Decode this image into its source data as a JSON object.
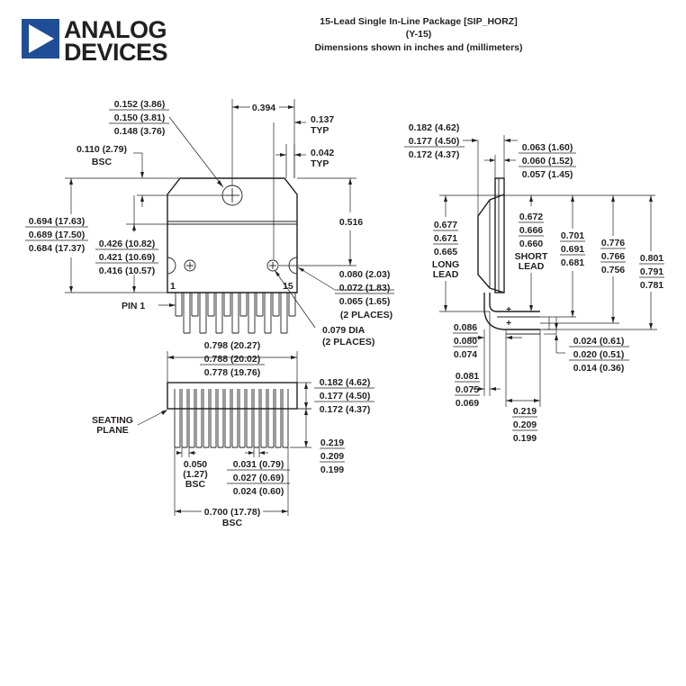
{
  "brand": {
    "line1": "ANALOG",
    "line2": "DEVICES",
    "color": "#1f4e96"
  },
  "header": {
    "title": "15-Lead Single In-Line Package [SIP_HORZ]",
    "code": "(Y-15)",
    "units": "Dimensions shown in inches and (millimeters)"
  },
  "top_view": {
    "hole_dia": [
      "0.152 (3.86)",
      "0.150 (3.81)",
      "0.148 (3.76)"
    ],
    "tab_center": [
      "0.110 (2.79)",
      "BSC"
    ],
    "hole_span": "0.394",
    "pin_offset_137": [
      "0.137",
      "TYP"
    ],
    "pin_offset_042": [
      "0.042",
      "TYP"
    ],
    "body_height": [
      "0.694 (17.63)",
      "0.689 (17.50)",
      "0.684 (17.37)"
    ],
    "hole_to_bottom": [
      "0.426 (10.82)",
      "0.421 (10.69)",
      "0.416 (10.57)"
    ],
    "mark_to_bottom": "0.516",
    "mark_dia": [
      "0.080 (2.03)",
      "0.072 (1.83)",
      "0.065 (1.65)",
      "(2 PLACES)"
    ],
    "small_dia": [
      "0.079 DIA",
      "(2 PLACES)"
    ],
    "pin1_label": "PIN 1",
    "pin_num_first": "1",
    "pin_num_last": "15"
  },
  "front_view": {
    "body_width": [
      "0.798 (20.27)",
      "0.788 (20.02)",
      "0.778 (19.76)"
    ],
    "body_thickness": [
      "0.182 (4.62)",
      "0.177 (4.50)",
      "0.172 (4.37)"
    ],
    "seating_plane": [
      "SEATING",
      "PLANE"
    ],
    "lead_length": [
      "0.219",
      "0.209",
      "0.199"
    ],
    "pitch": [
      "0.050",
      "(1.27)",
      "BSC"
    ],
    "lead_width": [
      "0.031 (0.79)",
      "0.027 (0.69)",
      "0.024 (0.60)"
    ],
    "lead_span": [
      "0.700 (17.78)",
      "BSC"
    ]
  },
  "side_view": {
    "thickness": [
      "0.182 (4.62)",
      "0.177 (4.50)",
      "0.172 (4.37)"
    ],
    "tab_thickness": [
      "0.063 (1.60)",
      "0.060 (1.52)",
      "0.057 (1.45)"
    ],
    "long_lead": [
      "0.677",
      "0.671",
      "0.665",
      "LONG",
      "LEAD"
    ],
    "short_lead": [
      "0.672",
      "0.666",
      "0.660",
      "SHORT",
      "LEAD"
    ],
    "dim_701": [
      "0.701",
      "0.691",
      "0.681"
    ],
    "dim_776": [
      "0.776",
      "0.766",
      "0.756"
    ],
    "dim_801": [
      "0.801",
      "0.791",
      "0.781"
    ],
    "lead_offset_086": [
      "0.086",
      "0.080",
      "0.074"
    ],
    "lead_offset_081": [
      "0.081",
      "0.075",
      "0.069"
    ],
    "lead_thickness": [
      "0.024 (0.61)",
      "0.020 (0.51)",
      "0.014 (0.36)"
    ],
    "lead_foot": [
      "0.219",
      "0.209",
      "0.199"
    ]
  }
}
